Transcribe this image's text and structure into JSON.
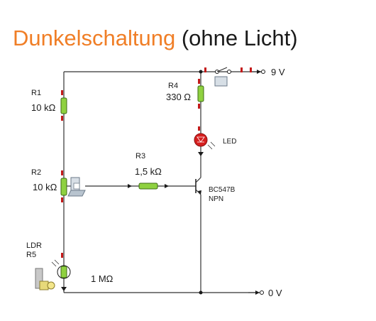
{
  "title": {
    "accent": "Dunkelschaltung",
    "rest": "(ohne Licht)"
  },
  "components": {
    "r1": {
      "name": "R1",
      "value": "10 kΩ"
    },
    "r2": {
      "name": "R2",
      "value": "10 kΩ"
    },
    "r3": {
      "name": "R3",
      "value": "1,5 kΩ"
    },
    "r4": {
      "name": "R4",
      "value": "330 Ω"
    },
    "led": {
      "name": "LED"
    },
    "transistor": {
      "name": "BC547B",
      "type": "NPN"
    },
    "ldr": {
      "name": "LDR",
      "ref": "R5",
      "value": "1 MΩ"
    }
  },
  "terminals": {
    "supply": "9 V",
    "ground": "0 V"
  },
  "colors": {
    "accent": "#f07e26",
    "resistor": "#8fd140",
    "led": "#d61f1f",
    "pin": "#c41a1a"
  }
}
